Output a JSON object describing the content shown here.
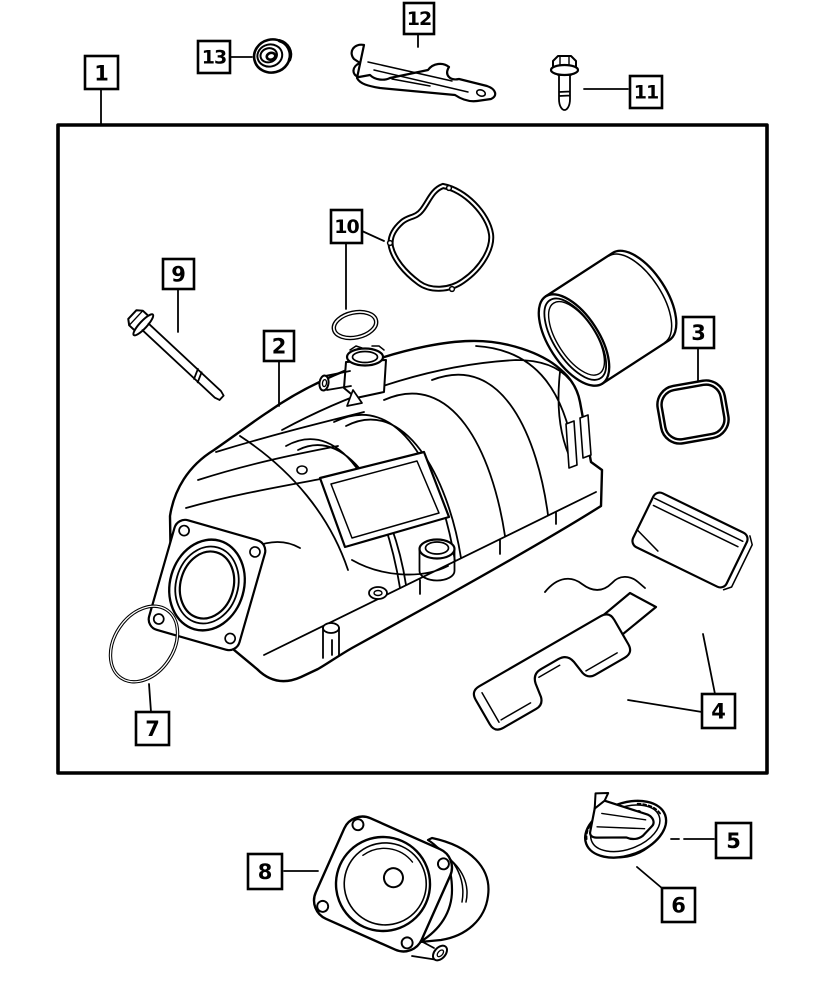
{
  "colors": {
    "line": "#000000",
    "background": "#ffffff"
  },
  "callouts": [
    {
      "number": "1",
      "part": "assembly-view-border"
    },
    {
      "number": "2",
      "part": "intake-manifold"
    },
    {
      "number": "3",
      "part": "square-port-seal"
    },
    {
      "number": "4",
      "part": "foam-insulator-cover"
    },
    {
      "number": "5",
      "part": "oil-filler-cap"
    },
    {
      "number": "6",
      "part": "oil-filler-cap-base"
    },
    {
      "number": "7",
      "part": "throttle-body-o-ring"
    },
    {
      "number": "8",
      "part": "throttle-body-spacer"
    },
    {
      "number": "9",
      "part": "long-mounting-bolt"
    },
    {
      "number": "10",
      "part": "cover-gasket-and-o-ring"
    },
    {
      "number": "11",
      "part": "hex-flange-bolt"
    },
    {
      "number": "12",
      "part": "support-bracket"
    },
    {
      "number": "13",
      "part": "grommet-seal"
    }
  ]
}
